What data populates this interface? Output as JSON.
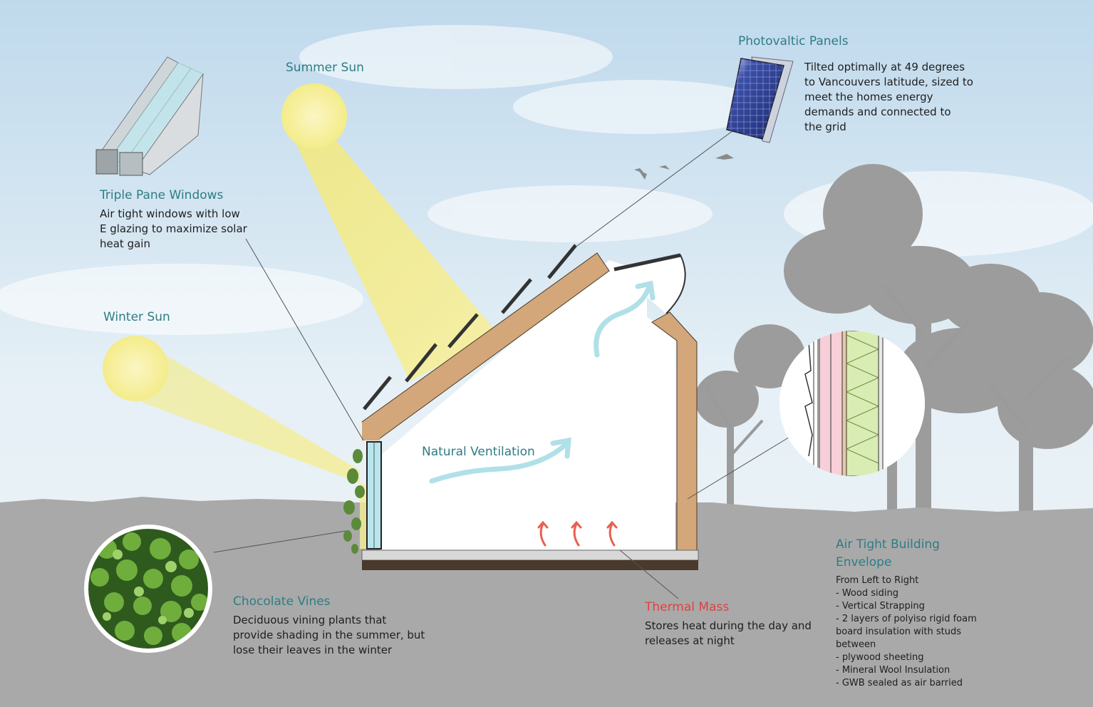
{
  "labels": {
    "summer_sun": "Summer Sun",
    "winter_sun": "Winter Sun",
    "natural_ventilation": "Natural Ventilation"
  },
  "triple_pane": {
    "title": "Triple Pane Windows",
    "lines": [
      "Air tight windows  with low",
      "E glazing to maximize solar",
      "heat gain"
    ]
  },
  "photovoltaic": {
    "title": "Photovaltic Panels",
    "lines": [
      "Tilted optimally at 49 degrees",
      "to Vancouvers latitude, sized to",
      "meet the homes energy",
      "demands and connected to",
      "the grid"
    ]
  },
  "vines": {
    "title": "Chocolate Vines",
    "lines": [
      "Deciduous vining plants that",
      "provide shading in the summer, but",
      "lose their leaves in the winter"
    ]
  },
  "thermal_mass": {
    "title": "Thermal Mass",
    "lines": [
      "Stores heat during the day and",
      "releases at night"
    ]
  },
  "envelope": {
    "title_lines": [
      "Air Tight Building",
      "Envelope"
    ],
    "lines": [
      "From Left to Right",
      "- Wood siding",
      "- Vertical Strapping",
      "- 2 layers of polyiso rigid foam",
      "board insulation with studs",
      "between",
      "- plywood sheeting",
      "- Mineral Wool Insulation",
      "- GWB sealed as air barried"
    ]
  },
  "colors": {
    "title_teal": "#2e7d85",
    "thermal_red": "#e0423f",
    "sun_yellow": "#f8f1a0",
    "wood": "#d3a77a",
    "ground_gray": "#a8a8a8",
    "tree_gray": "#9a9a9a",
    "airflow": "#a8dde6",
    "heat_arrow": "#e86050"
  },
  "icons": [
    "triple-pane-window-icon",
    "solar-panel-icon",
    "vine-foliage-icon",
    "wall-section-icon",
    "bird-icon",
    "tree-silhouette-icon"
  ]
}
